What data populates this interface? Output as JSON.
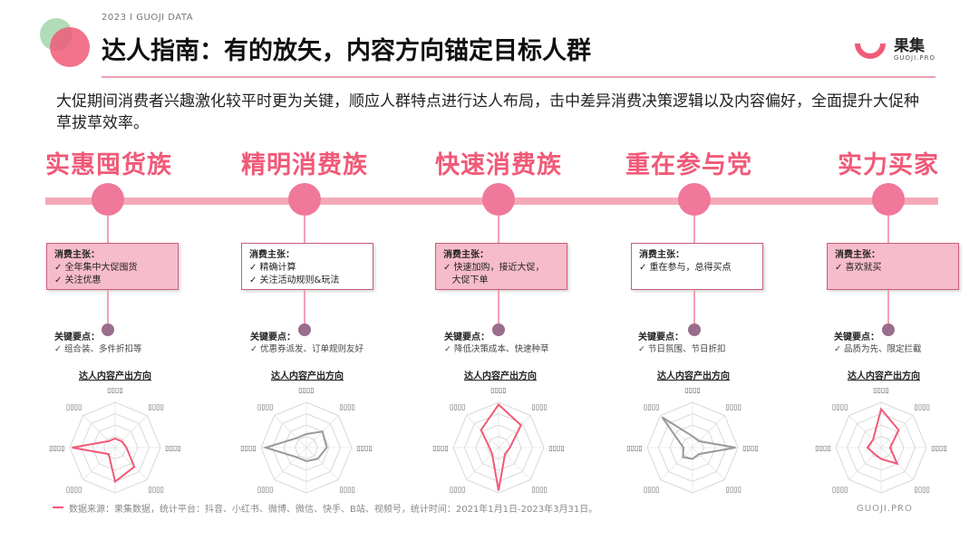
{
  "header": {
    "top_label": "2023 I GUOJI DATA",
    "title": "达人指南：有的放矢，内容方向锚定目标人群",
    "logo_name": "果集",
    "logo_sub": "GUOJI.PRO"
  },
  "subtitle": "大促期间消费者兴趣激化较平时更为关键，顺应人群特点进行达人布局，击中差异消费决策逻辑以及内容偏好，全面提升大促种草拔草效率。",
  "personas": [
    {
      "name": "实惠囤货族",
      "box_title": "消费主张：",
      "box_lines": [
        "✓ 全年集中大促囤货",
        "✓ 关注优惠"
      ],
      "key_label": "关键要点：",
      "key_text": "✓ 组合装、多件折扣等",
      "radar_title": "达人内容产出方向",
      "radar_labels": [
        "▯▯▯▯",
        "▯▯▯▯",
        "▯▯▯▯",
        "▯▯▯▯",
        "▯▯▯▯",
        "▯▯▯▯",
        "▯▯▯▯",
        "▯▯▯▯"
      ]
    },
    {
      "name": "精明消费族",
      "box_title": "消费主张：",
      "box_lines": [
        "✓ 精确计算",
        "✓ 关注活动规则&玩法"
      ],
      "key_label": "关键要点：",
      "key_text": "✓ 优惠券派发、订单规则友好",
      "radar_title": "达人内容产出方向",
      "radar_labels": [
        "▯▯▯▯",
        "▯▯▯▯",
        "▯▯▯▯",
        "▯▯▯▯",
        "▯▯▯▯",
        "▯▯▯▯",
        "▯▯▯▯",
        "▯▯▯▯"
      ]
    },
    {
      "name": "快速消费族",
      "box_title": "消费主张：",
      "box_lines": [
        "✓ 快速加购，接近大促，",
        "   大促下单"
      ],
      "key_label": "关键要点：",
      "key_text": "✓ 降低决策成本、快速种草",
      "radar_title": "达人内容产出方向",
      "radar_labels": [
        "▯▯▯▯",
        "▯▯▯▯",
        "▯▯▯▯",
        "▯▯▯▯",
        "▯▯▯▯",
        "▯▯▯▯",
        "▯▯▯▯",
        "▯▯▯▯"
      ]
    },
    {
      "name": "重在参与党",
      "box_title": "消费主张：",
      "box_lines": [
        "✓ 重在参与，总得买点"
      ],
      "key_label": "关键要点：",
      "key_text": "✓ 节日氛围、节日折扣",
      "radar_title": "达人内容产出方向",
      "radar_labels": [
        "▯▯▯▯",
        "▯▯▯▯",
        "▯▯▯▯",
        "▯▯▯▯",
        "▯▯▯▯",
        "▯▯▯▯",
        "▯▯▯▯",
        "▯▯▯▯"
      ]
    },
    {
      "name": "实力买家",
      "box_title": "消费主张：",
      "box_lines": [
        "✓ 喜欢就买"
      ],
      "key_label": "关键要点：",
      "key_text": "✓ 品质为先、限定拦截",
      "radar_title": "达人内容产出方向",
      "radar_labels": [
        "▯▯▯▯",
        "▯▯▯▯",
        "▯▯▯▯",
        "▯▯▯▯",
        "▯▯▯▯",
        "▯▯▯▯",
        "▯▯▯▯",
        "▯▯▯▯"
      ]
    }
  ],
  "footer": {
    "source": "数据来源：果集数据，统计平台：抖音、小红书、微博、微信、快手、B站、视频号，统计时间：2021年1月1日-2023年3月31日。",
    "brand": "GUOJI.PRO"
  },
  "colors": {
    "accent": "#f05a78",
    "box_pink": "#f7bccb",
    "timeline": "#f5a9b8",
    "radar_grey": "#999999"
  }
}
